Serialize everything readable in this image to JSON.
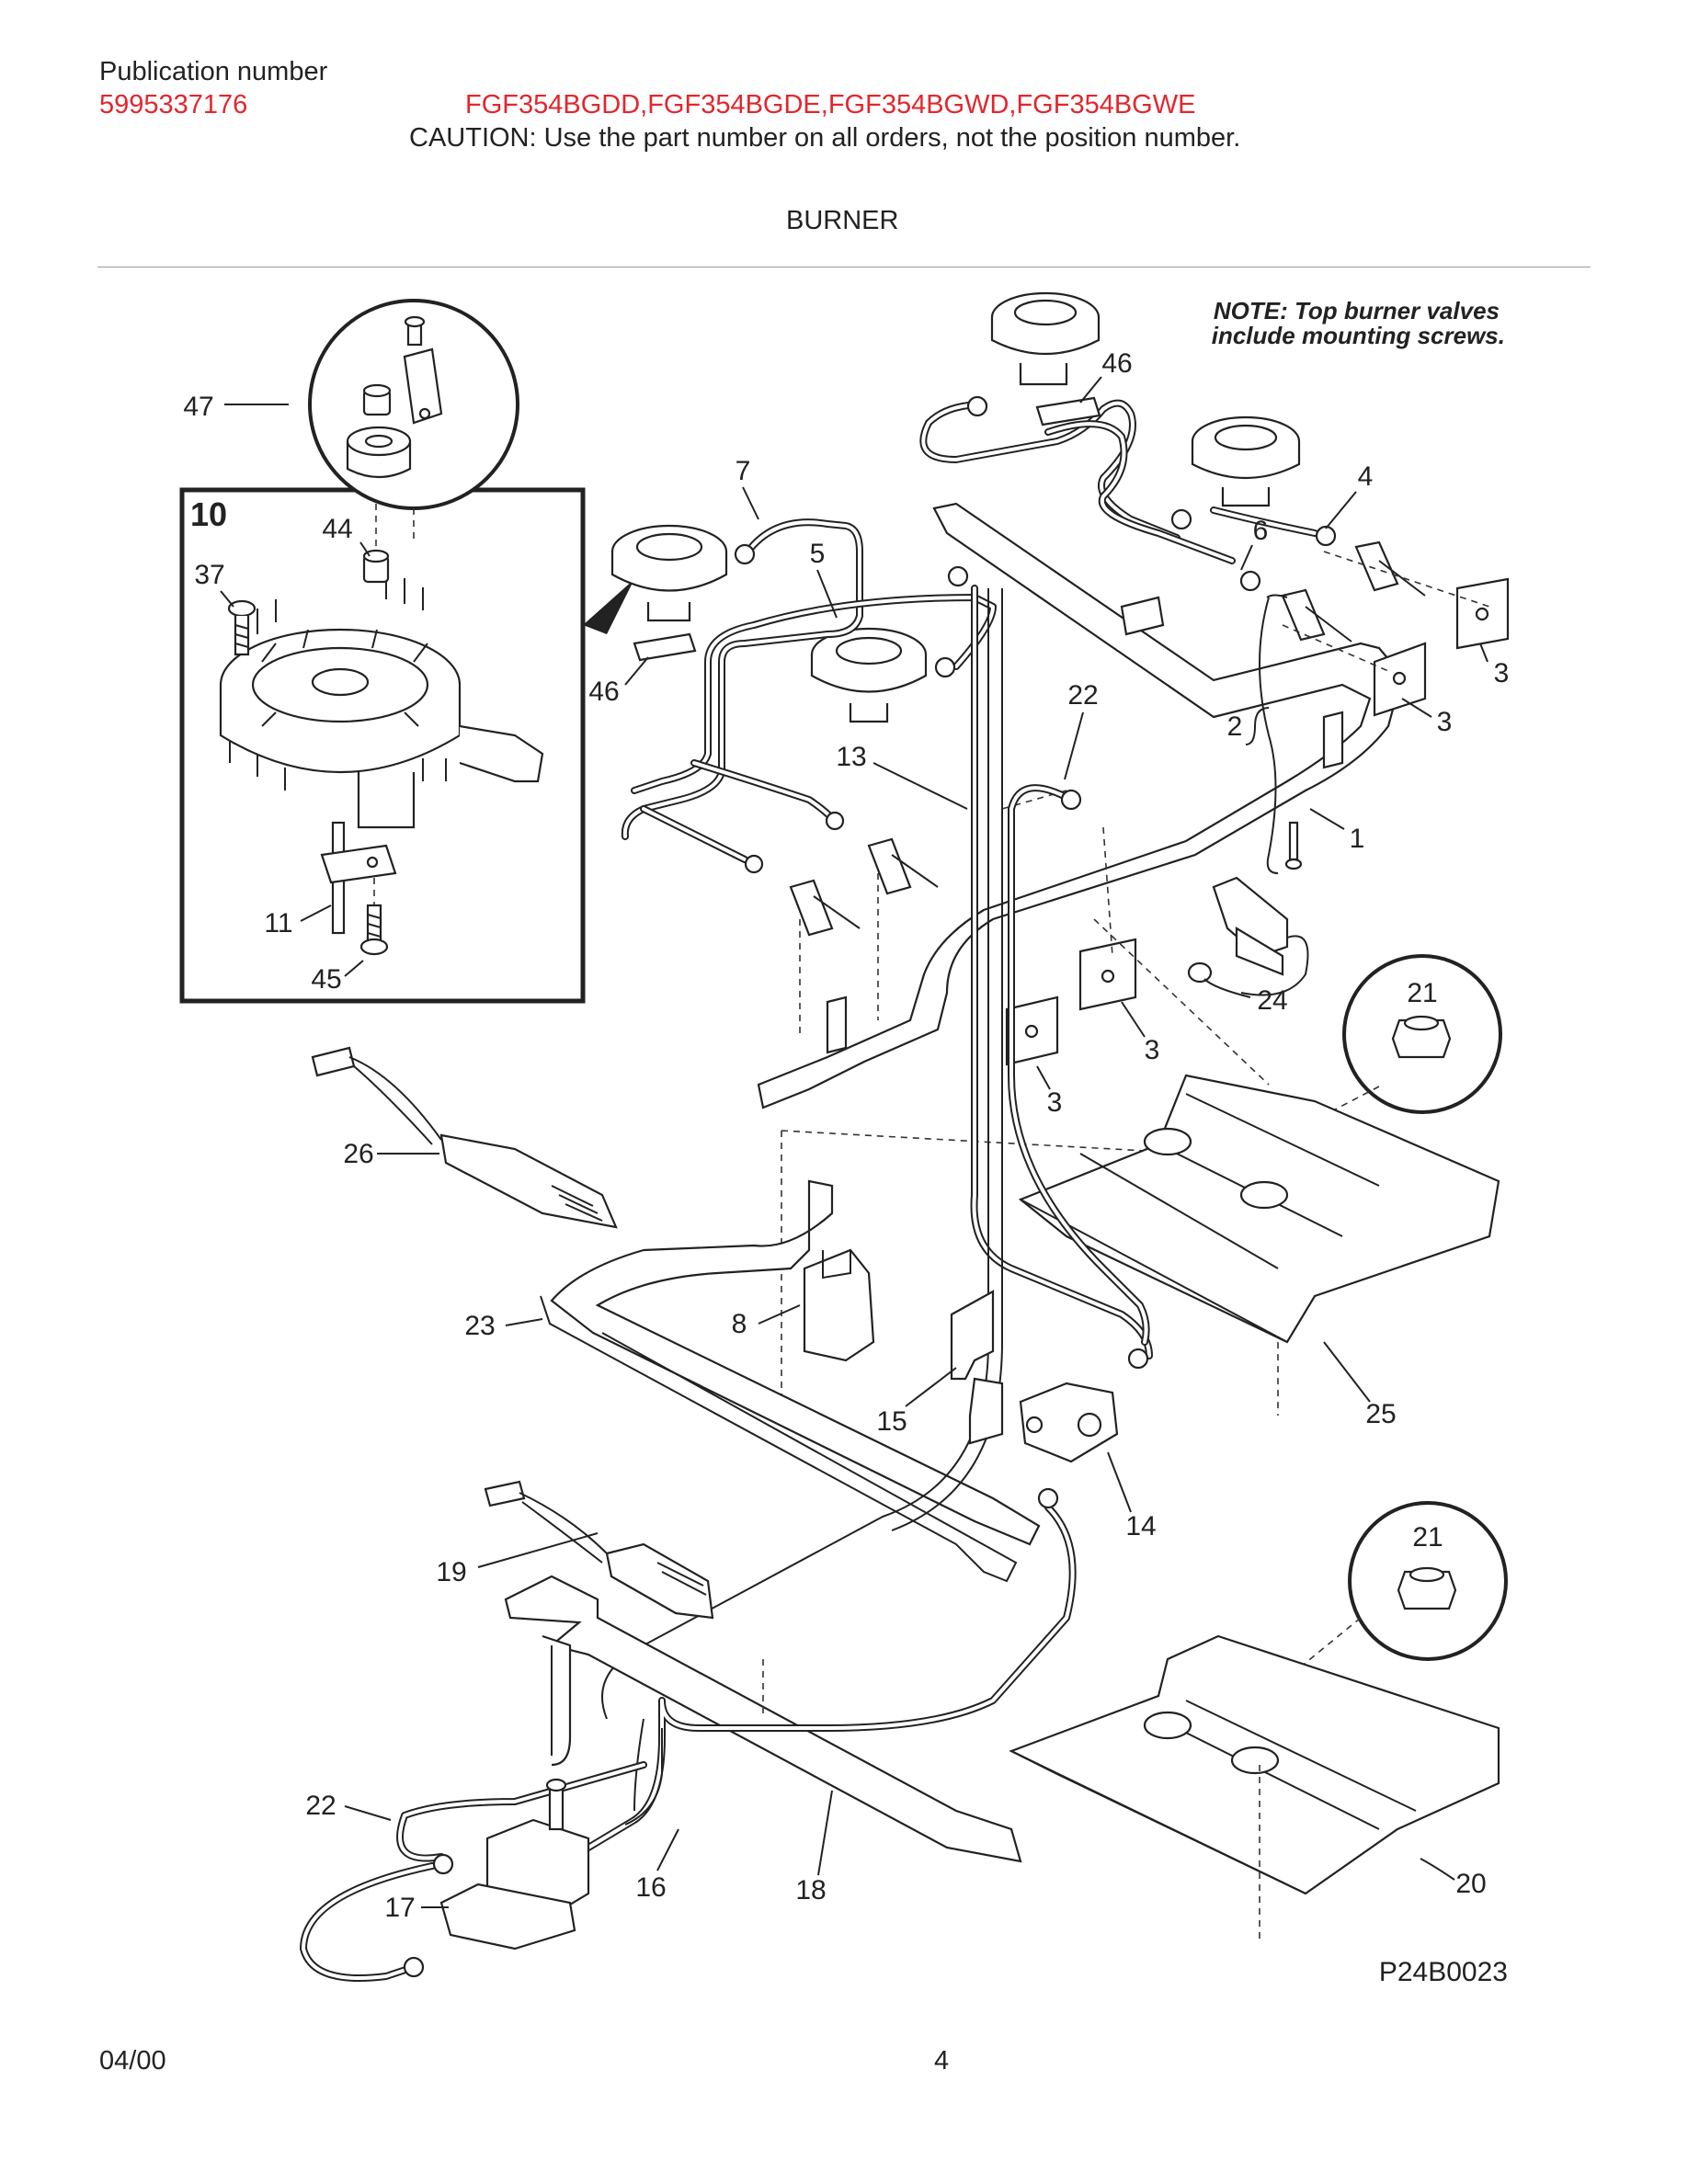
{
  "header": {
    "publication_label": "Publication number",
    "publication_number": "5995337176",
    "models": "FGF354BGDD,FGF354BGDE,FGF354BGWD,FGF354BGWE",
    "caution": "CAUTION:  Use the part number on all orders, not the position number.",
    "section_title": "BURNER"
  },
  "diagram": {
    "note_line1": "NOTE: Top burner valves",
    "note_line2": "include mounting screws.",
    "inset_title": "10",
    "drawing_code": "P24B0023",
    "callouts": {
      "c1": "1",
      "c2": "2",
      "c3a": "3",
      "c3b": "3",
      "c3c": "3",
      "c3d": "3",
      "c4": "4",
      "c5": "5",
      "c6": "6",
      "c7": "7",
      "c8": "8",
      "c11": "11",
      "c13": "13",
      "c14": "14",
      "c15": "15",
      "c16": "16",
      "c17": "17",
      "c18": "18",
      "c19": "19",
      "c20": "20",
      "c21a": "21",
      "c21b": "21",
      "c22a": "22",
      "c22b": "22",
      "c23": "23",
      "c24": "24",
      "c25": "25",
      "c26": "26",
      "c37": "37",
      "c44": "44",
      "c45": "45",
      "c46a": "46",
      "c46b": "46",
      "c47": "47"
    }
  },
  "footer": {
    "date": "04/00",
    "page": "4"
  }
}
